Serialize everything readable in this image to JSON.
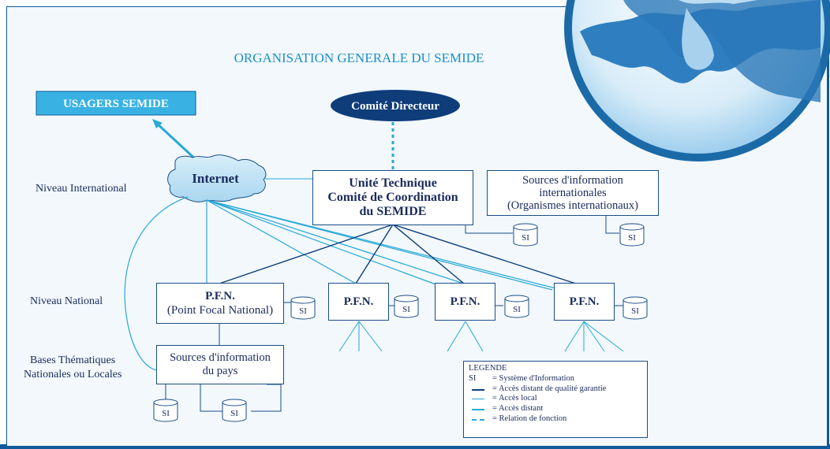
{
  "title": "ORGANISATION GENERALE DU SEMIDE",
  "usagers": "USAGERS SEMIDE",
  "comite_directeur": "Comité Directeur",
  "internet": "Internet",
  "unite": [
    "Unité Technique",
    "Comité de Coordination",
    "du SEMIDE"
  ],
  "sources_int": [
    "Sources d'information",
    "internationales",
    "(Organismes internationaux)"
  ],
  "levels": {
    "international": "Niveau International",
    "national": "Niveau National",
    "bases": [
      "Bases Thématiques",
      "Nationales ou Locales"
    ]
  },
  "pfn_main": [
    "P.F.N.",
    "(Point Focal National)"
  ],
  "pfn": "P.F.N.",
  "sources_pays": [
    "Sources d'information",
    "du pays"
  ],
  "si": "SI",
  "legend": {
    "title": "LEGENDE",
    "items": [
      {
        "symbol": "SI",
        "text": "= Système d'Information"
      },
      {
        "symbol": "",
        "text": "= Accès distant de qualité garantie"
      },
      {
        "symbol": "",
        "text": "= Accès local"
      },
      {
        "symbol": "",
        "text": "= Accès distant"
      },
      {
        "symbol": "",
        "text": "= Relation de fonction"
      }
    ]
  },
  "colors": {
    "dark_blue": "#0e3d7a",
    "cyan": "#29a9d6",
    "light_blue": "#b6dcf1",
    "usagers_bg": "#39b2e3",
    "frame": "#0e5a9a"
  }
}
